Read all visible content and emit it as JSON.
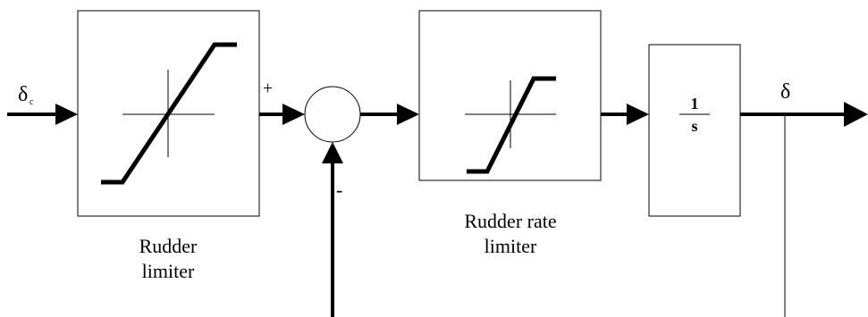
{
  "input": {
    "symbol": "δ",
    "subscript": "c"
  },
  "blocks": {
    "rudder_limiter": {
      "label_line1": "Rudder",
      "label_line2": "limiter"
    },
    "rate_limiter": {
      "label_line1": "Rudder rate",
      "label_line2": "limiter"
    },
    "integrator": {
      "numerator": "1",
      "denominator": "s"
    }
  },
  "summing_junction": {
    "plus_sign": "+",
    "minus_sign": "-"
  },
  "output": {
    "symbol": "δ"
  }
}
